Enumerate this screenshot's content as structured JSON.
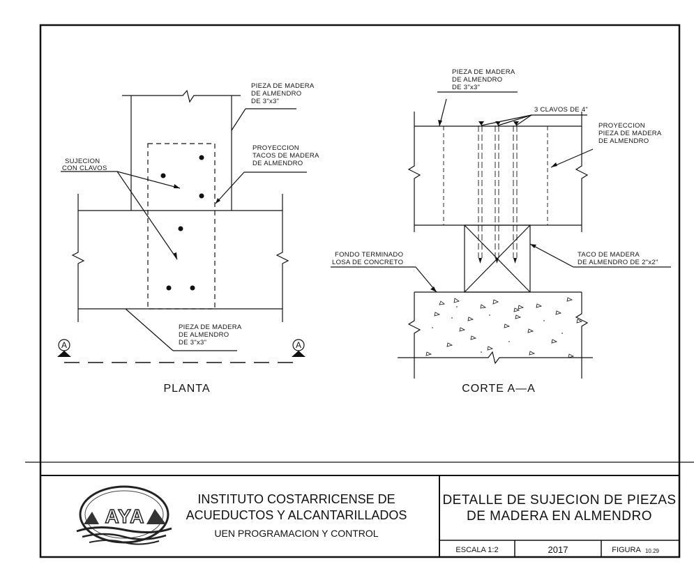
{
  "plan": {
    "title": "PLANTA",
    "label_top": [
      "PIEZA DE MADERA",
      "DE ALMENDRO",
      "DE 3\"x3\""
    ],
    "label_proj": [
      "PROYECCION",
      "TACOS DE MADERA",
      "DE ALMENDRO"
    ],
    "label_fix": [
      "SUJECION",
      "CON CLAVOS"
    ],
    "label_bottom": [
      "PIEZA DE MADERA",
      "DE ALMENDRO",
      "DE 3\"x3\""
    ],
    "section_marker": "A"
  },
  "section": {
    "title": "CORTE A—A",
    "label_top": [
      "PIEZA DE MADERA",
      "DE ALMENDRO",
      "DE 3\"x3\""
    ],
    "label_nails": "3 CLAVOS DE 4\"",
    "label_proj": [
      "PROYECCION",
      "PIEZA DE MADERA",
      "DE ALMENDRO"
    ],
    "label_block": [
      "TACO DE MADERA",
      "DE ALMENDRO DE 2\"x2\""
    ],
    "label_slab": [
      "FONDO TERMINADO",
      "LOSA DE CONCRETO"
    ]
  },
  "titleblock": {
    "institution_line1": "INSTITUTO COSTARRICENSE DE",
    "institution_line2": "ACUEDUCTOS Y ALCANTARILLADOS",
    "department": "UEN PROGRAMACION Y CONTROL",
    "drawing_title_line1": "DETALLE  DE  SUJECION  DE  PIEZAS",
    "drawing_title_line2": "DE  MADERA  EN  ALMENDRO",
    "scale_label": "ESCALA  1:2",
    "year": "2017",
    "figure_label": "FIGURA",
    "figure_number": "10.29",
    "logo_text": "AYA"
  }
}
